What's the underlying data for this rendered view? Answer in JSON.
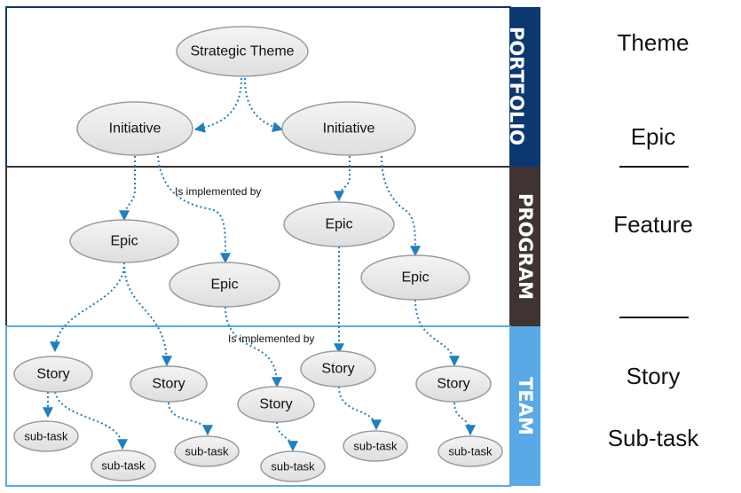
{
  "colors": {
    "portfolio": "#0c3872",
    "program": "#3f3432",
    "team": "#58a9e5",
    "connector": "#1f7fc0"
  },
  "bands": {
    "portfolio": "PORTFOLIO",
    "program": "PROGRAM",
    "team": "TEAM"
  },
  "nodes": {
    "theme": "Strategic Theme",
    "initiative_left": "Initiative",
    "initiative_right": "Initiative",
    "epic_1": "Epic",
    "epic_2": "Epic",
    "epic_3": "Epic",
    "epic_4": "Epic",
    "story_1": "Story",
    "story_2": "Story",
    "story_3": "Story",
    "story_4": "Story",
    "story_5": "Story",
    "subtask_1": "sub-task",
    "subtask_2": "sub-task",
    "subtask_3": "sub-task",
    "subtask_4": "sub-task",
    "subtask_5": "sub-task",
    "subtask_6": "sub-task"
  },
  "edge_labels": {
    "initiative_to_epic": "Is implemented by",
    "epic_to_story": "Is implemented by"
  },
  "legend": {
    "theme": "Theme",
    "epic": "Epic",
    "feature": "Feature",
    "story": "Story",
    "subtask": "Sub-task"
  }
}
